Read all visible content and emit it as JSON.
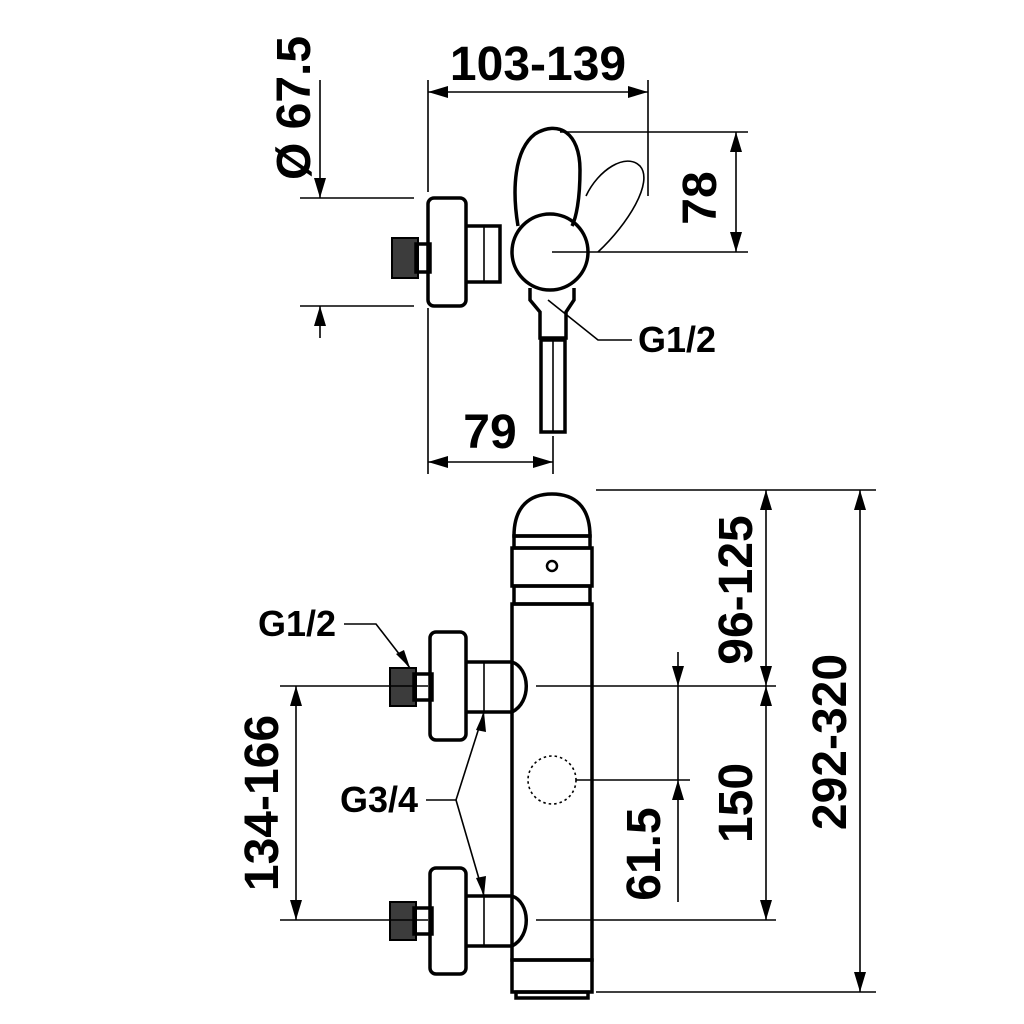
{
  "top_view": {
    "dim_lever_reach": "103-139",
    "dim_diameter": "Ø 67.5",
    "dim_lever_height": "78",
    "dim_outlet_offset": "79",
    "thread_outlet": "G1/2"
  },
  "front_view": {
    "thread_outlet": "G1/2",
    "thread_inlets": "G3/4",
    "dim_top_to_inlet": "96-125",
    "dim_overall_height": "292-320",
    "dim_inlet_spacing": "150",
    "dim_centre_offset": "61.5",
    "dim_wall_distance": "134-166"
  }
}
